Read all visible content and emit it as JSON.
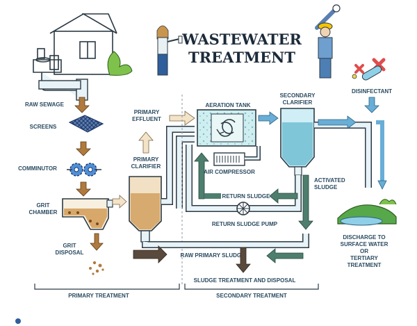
{
  "title": {
    "line1": "WASTEWATER",
    "line2": "TREATMENT"
  },
  "labels": {
    "raw_sewage": "RAW SEWAGE",
    "screens": "SCREENS",
    "comminutor": "COMMINUTOR",
    "grit_chamber_1": "GRIT",
    "grit_chamber_2": "CHAMBER",
    "grit_disposal_1": "GRIT",
    "grit_disposal_2": "DISPOSAL",
    "primary_effluent_1": "PRIMARY",
    "primary_effluent_2": "EFFLUENT",
    "primary_clarifier_1": "PRIMARY",
    "primary_clarifier_2": "CLARIFIER",
    "aeration_tank": "AERATION TANK",
    "air_compressor": "AIR COMPRESSOR",
    "secondary_clarifier_1": "SECONDARY",
    "secondary_clarifier_2": "CLARIFIER",
    "disinfectant": "DISINFECTANT",
    "activated_sludge_1": "ACTIVATED",
    "activated_sludge_2": "SLUDGE",
    "return_sludge": "RETURN SLUDGE",
    "return_sludge_pump": "RETURN SLUDGE PUMP",
    "raw_primary_sludge": "RAW PRIMARY SLUDGE",
    "sludge_treatment": "SLUDGE TREATMENT AND DISPOSAL",
    "discharge_1": "DISCHARGE TO",
    "discharge_2": "SURFACE WATER",
    "discharge_3": "OR",
    "discharge_4": "TERTIARY",
    "discharge_5": "TREATMENT",
    "primary_treatment": "PRIMARY TREATMENT",
    "secondary_treatment": "SECONDARY TREATMENT"
  },
  "colors": {
    "label_text": "#2a4a60",
    "sewage_brown": "#b07a3e",
    "return_green": "#4e7f6e",
    "clean_blue": "#68aed6",
    "water_light": "#bfe3ef"
  }
}
